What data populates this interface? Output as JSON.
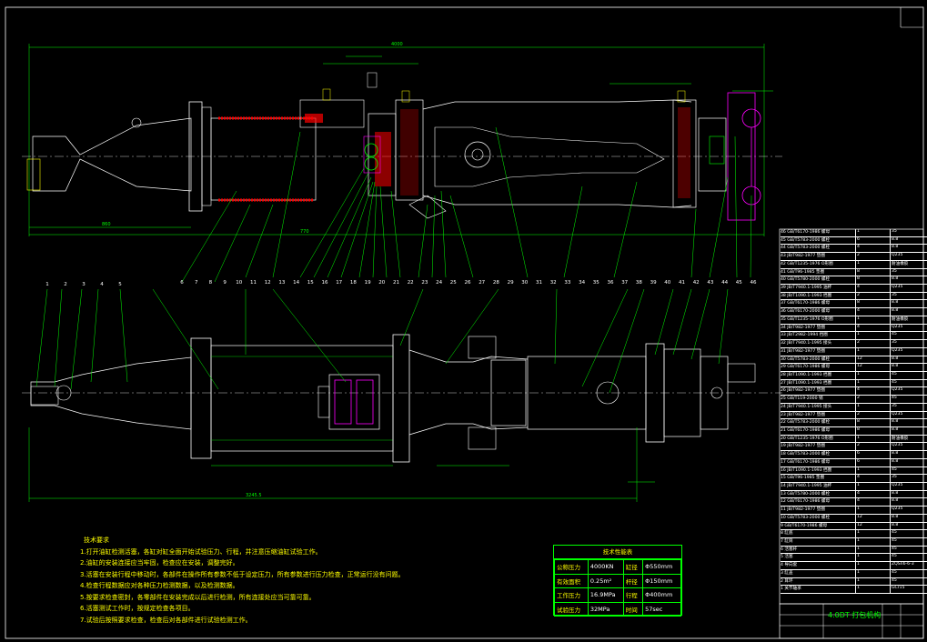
{
  "technical_notes": {
    "title": "技术要求",
    "items": [
      "1.打开油缸检测活塞，各缸对缸全面开始试验压力、行程，并注意压缩油缸试验工作。",
      "2.油缸的安装连接应当牢固，检查应在安装，调整完好。",
      "3.活塞在安装行程中移动时，各部件在操作所有参数不低于设定压力，所有参数进行压力检查，正常运行没有问题。",
      "4.检查行程数据应对各种压力检测数据，以及检测数据。",
      "5.按要求检查密封，各零部件在安装完成以后进行检测，所有连接处应当可靠可靠。",
      "6.活塞测试工作时，按规定检查各项目。",
      "7.试验后按照要求检查，检查后对各部件进行试验检测工作。"
    ]
  },
  "parameters": {
    "title": "技术性能表",
    "rows": [
      [
        "公称压力",
        "4000KN",
        "缸径",
        "Φ550mm"
      ],
      [
        "有效面积",
        "0.25m²",
        "杆径",
        "Φ150mm"
      ],
      [
        "工作压力",
        "16.9MPa",
        "行程",
        "Φ400mm"
      ],
      [
        "试验压力",
        "32MPa",
        "时间",
        "57sec"
      ]
    ]
  },
  "part_labels_top": [
    "6",
    "7",
    "8",
    "9",
    "10",
    "11",
    "12",
    "13",
    "14",
    "15",
    "16",
    "17",
    "18",
    "19",
    "20",
    "21",
    "22",
    "23",
    "24",
    "25",
    "26",
    "27",
    "28",
    "29",
    "30",
    "31",
    "32",
    "33",
    "34",
    "35",
    "36",
    "37",
    "38",
    "39",
    "40",
    "41",
    "42",
    "43",
    "44",
    "45",
    "46"
  ],
  "part_labels_bottom": [
    "1",
    "2",
    "3",
    "4",
    "5",
    "6",
    "7",
    "8",
    "9",
    "10",
    "11",
    "12",
    "13",
    "14",
    "15",
    "16",
    "17",
    "18",
    "19",
    "20",
    "21",
    "22",
    "23",
    "24",
    "25",
    "26",
    "27",
    "28",
    "29",
    "30",
    "31",
    "32",
    "33",
    "34",
    "35",
    "36",
    "37",
    "38",
    "39",
    "40",
    "41",
    "42",
    "43",
    "44",
    "45",
    "46"
  ],
  "bom_rows": [
    [
      "46 GB/T6170-1986 螺母",
      "1",
      "35"
    ],
    [
      "45 GB/T5783-2000 螺栓",
      "6",
      "8.8"
    ],
    [
      "44 GB/T5783-2000 螺栓",
      "4",
      "8.8"
    ],
    [
      "43 JB/T982-1977 垫圈",
      "2",
      "Q235"
    ],
    [
      "42 GB/T1235-1976 O形圈",
      "1",
      "耐油橡胶"
    ],
    [
      "41 GB/T96-1985 垫圈",
      "8",
      "35"
    ],
    [
      "40 GB/T5780-2000 螺栓",
      "8",
      "8.8"
    ],
    [
      "39 JB/T7940.1-1995 油杯",
      "4",
      "Q235"
    ],
    [
      "38 JB/T1090.1-1993 挡圈",
      "2",
      "35"
    ],
    [
      "37 GB/T6170-1986 螺母",
      "8",
      "8.8"
    ],
    [
      "36 GB/T6170-2000 螺母",
      "4",
      "8.8"
    ],
    [
      "35 GB/T1235-1976 O形圈",
      "1",
      "耐油橡胶"
    ],
    [
      "34 JB/T982-1977 垫圈",
      "4",
      "Q235"
    ],
    [
      "33 JB/T2982-1994 挡圈",
      "1",
      "45"
    ],
    [
      "32 JB/T7940.1-1995 接头",
      "2",
      "35"
    ],
    [
      "31 JB/T982-1977 垫圈",
      "1",
      "Q235"
    ],
    [
      "30 GB/T5783-2000 螺栓",
      "12",
      "8.8"
    ],
    [
      "29 GB/T6170-1986 螺母",
      "12",
      "8.8"
    ],
    [
      "28 JB/T1090.1-1993 挡圈",
      "1",
      "45"
    ],
    [
      "27 JB/T1090.1-1993 挡圈",
      "1",
      "45"
    ],
    [
      "26 JB/T982-1977 垫圈",
      "4",
      "Q235"
    ],
    [
      "25 GB/T119-2000 销",
      "2",
      "45"
    ],
    [
      "24 JB/T7940.1-1995 接头",
      "1",
      "35"
    ],
    [
      "23 JB/T982-1977 垫圈",
      "2",
      "Q235"
    ],
    [
      "22 GB/T5783-2000 螺栓",
      "8",
      "8.8"
    ],
    [
      "21 GB/T6170-1986 螺母",
      "8",
      "8.8"
    ],
    [
      "20 GB/T1235-1976 O形圈",
      "1",
      "耐油橡胶"
    ],
    [
      "19 JB/T982-1977 垫圈",
      "2",
      "Q235"
    ],
    [
      "18 GB/T5783-2000 螺栓",
      "6",
      "8.8"
    ],
    [
      "17 GB/T6170-1986 螺母",
      "6",
      "8.8"
    ],
    [
      "16 JB/T1090.1-1993 挡圈",
      "1",
      "45"
    ],
    [
      "15 GB/T96-1985 垫圈",
      "4",
      "35"
    ],
    [
      "14 JB/T7940.1-1995 油杯",
      "1",
      "Q235"
    ],
    [
      "13 GB/T5780-2000 螺栓",
      "4",
      "8.8"
    ],
    [
      "12 GB/T6170-1986 螺母",
      "4",
      "8.8"
    ],
    [
      "11 JB/T982-1977 垫圈",
      "1",
      "Q235"
    ],
    [
      "10 GB/T5783-2000 螺栓",
      "12",
      "8.8"
    ],
    [
      "9 GB/T6170-1986 螺母",
      "12",
      "8.8"
    ],
    [
      "8 缸底",
      "1",
      "45"
    ],
    [
      "7 缸筒",
      "1",
      "45"
    ],
    [
      "6 活塞杆",
      "1",
      "45"
    ],
    [
      "5 活塞",
      "1",
      "45"
    ],
    [
      "4 导向套",
      "1",
      "ZQSn6-6-3"
    ],
    [
      "3 缸盖",
      "1",
      "45"
    ],
    [
      "2 耳环",
      "1",
      "45"
    ],
    [
      "1 关节轴承",
      "1",
      "GCr15"
    ]
  ],
  "title_block": {
    "name": "4.0DT 打包机构"
  },
  "dimensions": {
    "overall_top": "4000",
    "overall_bottom": "3245.5",
    "left_dim": "860",
    "mid_dim": "770"
  },
  "colors": {
    "bg": "#000000",
    "outline": "#ffffff",
    "dimension": "#00ff00",
    "leader": "#00ff00",
    "hatch": "#ff0000",
    "part": "#ff00ff",
    "notes": "#ffff00"
  }
}
